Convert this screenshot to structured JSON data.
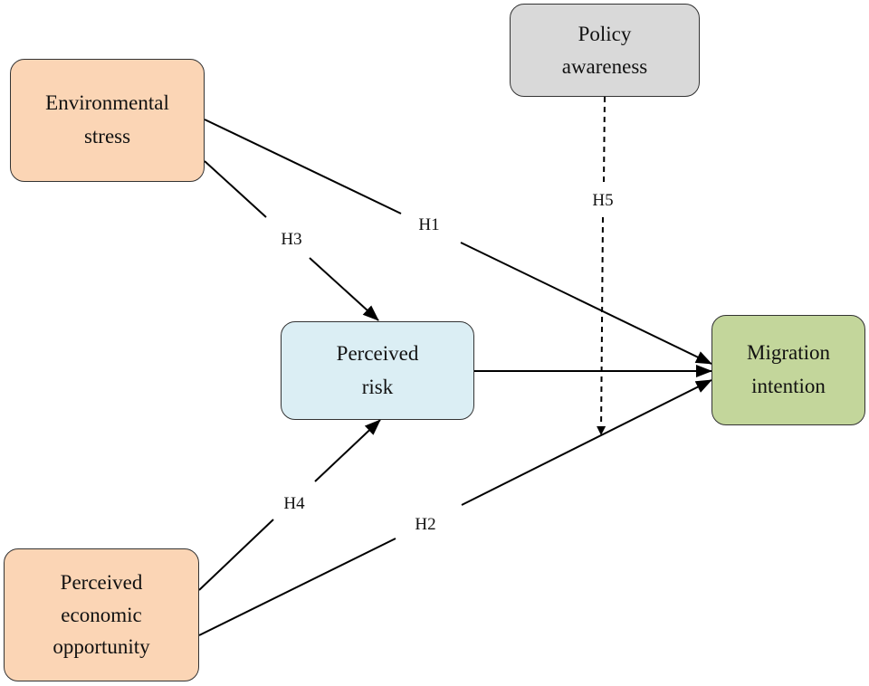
{
  "nodes": {
    "environmental_stress": {
      "label": "Environmental\nstress",
      "color": "#FBD5B5"
    },
    "policy_awareness": {
      "label": "Policy\nawareness",
      "color": "#D9D9D9"
    },
    "perceived_risk": {
      "label": "Perceived\nrisk",
      "color": "#DBEEF4"
    },
    "migration_intention": {
      "label": "Migration\nintention",
      "color": "#C3D69B"
    },
    "perceived_economic_opportunity": {
      "label": "Perceived\neconomic\nopportunity",
      "color": "#FBD5B5"
    }
  },
  "edges": {
    "h1": {
      "label": "H1",
      "from": "environmental_stress",
      "to": "migration_intention",
      "style": "solid"
    },
    "h2": {
      "label": "H2",
      "from": "perceived_economic_opportunity",
      "to": "migration_intention",
      "style": "solid"
    },
    "h3": {
      "label": "H3",
      "from": "environmental_stress",
      "to": "perceived_risk",
      "style": "solid"
    },
    "h4": {
      "label": "H4",
      "from": "perceived_economic_opportunity",
      "to": "perceived_risk",
      "style": "solid"
    },
    "h5": {
      "label": "H5",
      "from": "policy_awareness",
      "to": "h2_path",
      "style": "dashed"
    },
    "risk_to_migration": {
      "label": "",
      "from": "perceived_risk",
      "to": "migration_intention",
      "style": "solid"
    }
  },
  "colors": {
    "line": "#000000",
    "border": "#333333"
  }
}
